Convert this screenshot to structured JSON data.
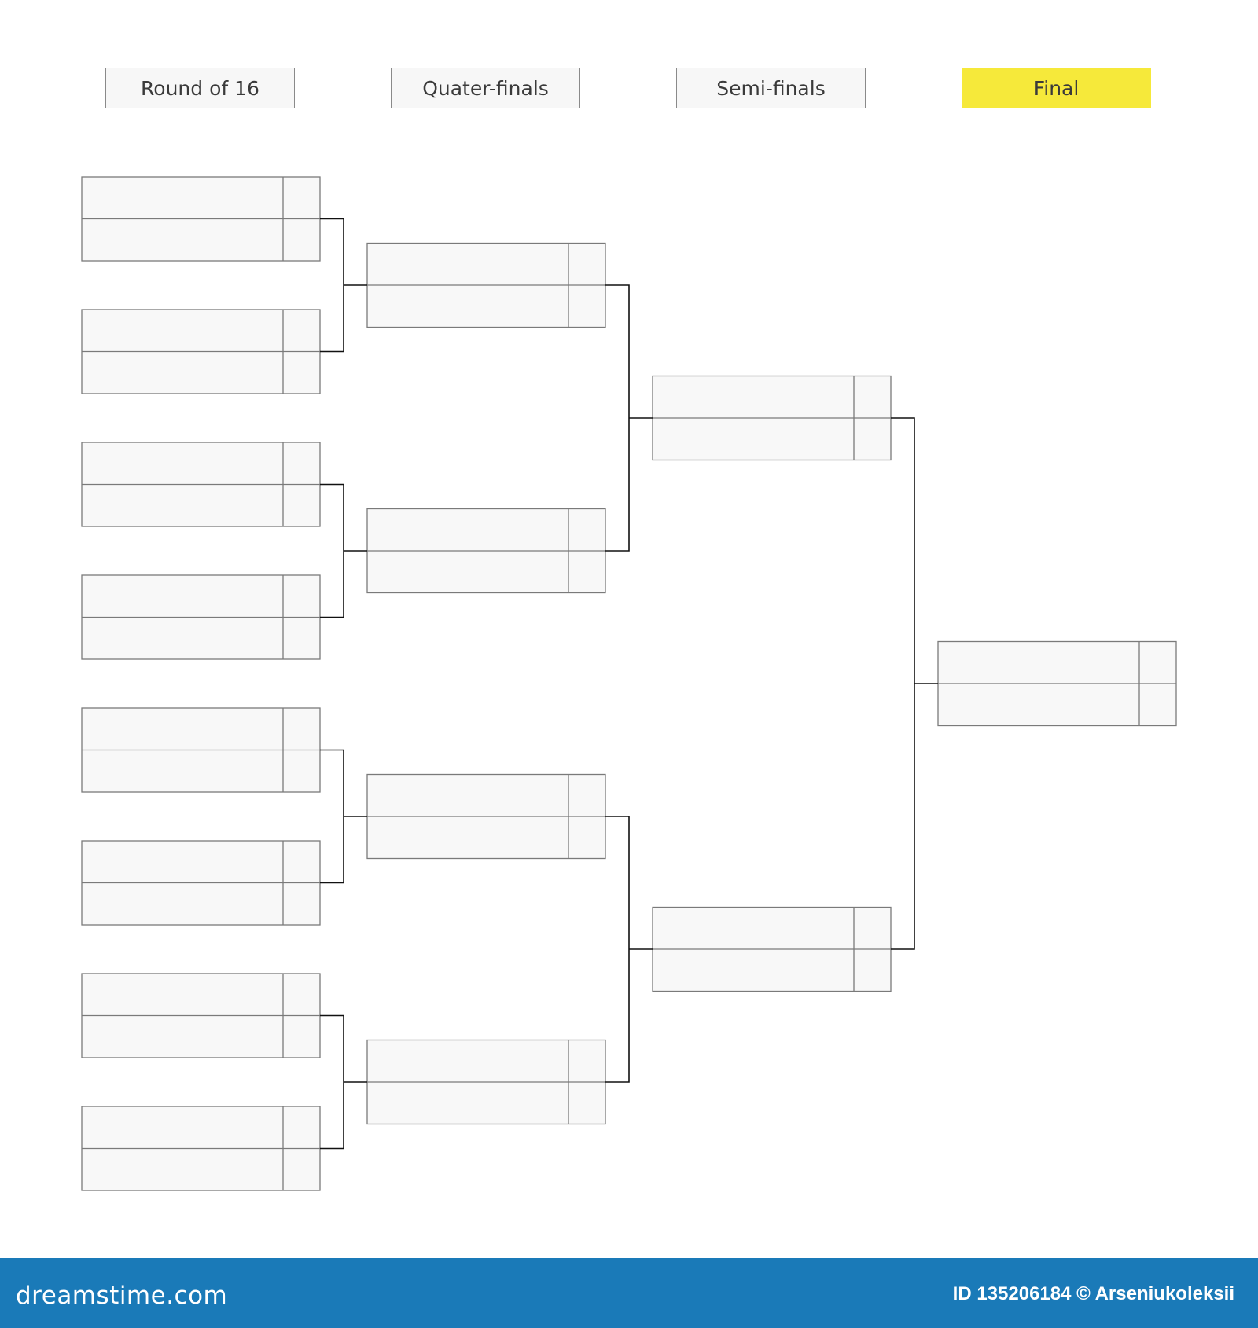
{
  "rounds": [
    {
      "label": "Round of 16",
      "highlight": false
    },
    {
      "label": "Quater-finals",
      "highlight": false
    },
    {
      "label": "Semi-finals",
      "highlight": false
    },
    {
      "label": "Final",
      "highlight": true
    }
  ],
  "bracket": {
    "match_counts": [
      8,
      4,
      2,
      1
    ],
    "slots_per_match": 2,
    "slot_text": [
      "",
      ""
    ]
  },
  "colors": {
    "final_highlight": "#f6e93a",
    "footer_background": "#1a7ab8",
    "slot_fill": "#f8f8f8",
    "slot_border": "#7a7a7a",
    "connector": "#111111"
  },
  "footer": {
    "brand": "dreamstime.com",
    "credit": "ID 135206184 © Arseniukoleksii"
  }
}
